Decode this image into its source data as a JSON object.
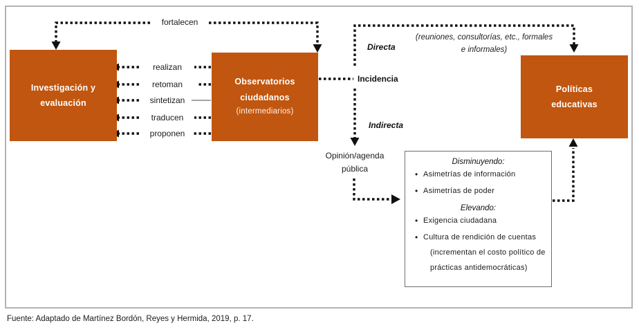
{
  "figure": {
    "boxes": {
      "research": {
        "line1": "Investigación y",
        "line2": "evaluación"
      },
      "observatories": {
        "line1": "Observatorios",
        "line2": "ciudadanos",
        "sub": "(intermediarios)"
      },
      "policy": {
        "line1": "Políticas",
        "line2": "educativas"
      }
    },
    "top_flow": {
      "label": "fortalecen"
    },
    "middle_verbs": [
      {
        "label": "realizan"
      },
      {
        "label": "retoman"
      },
      {
        "label": "sintetizan"
      },
      {
        "label": "traducen"
      },
      {
        "label": "proponen"
      }
    ],
    "incidence": {
      "label": "Incidencia",
      "direct": "Directa",
      "indirect": "Indirecta",
      "direct_note_line1": "(reuniones, consultorías, etc.,  formales",
      "direct_note_line2": "e informales)"
    },
    "public_opinion": {
      "line1": "Opinión/agenda",
      "line2": "pública"
    },
    "effects_box": {
      "heading_decreasing": "Disminuyendo:",
      "decreasing_items": [
        "Asimetrías de información",
        "Asimetrías de poder"
      ],
      "heading_increasing": "Elevando:",
      "increasing_items": [
        "Exigencia ciudadana",
        "Cultura de rendición de cuentas"
      ],
      "increasing_item2_cont1": "(incrementan el costo político de",
      "increasing_item2_cont2": "prácticas antidemocráticas)"
    },
    "caption": "Fuente: Adaptado de Martínez Bordón, Reyes y Hermida, 2019, p. 17.",
    "colors": {
      "box_fill": "#C0560F",
      "box_text": "#ffffff",
      "frame_border": "#b3b3b3",
      "connector": "#111111",
      "effects_border": "#6e6e6e"
    }
  }
}
